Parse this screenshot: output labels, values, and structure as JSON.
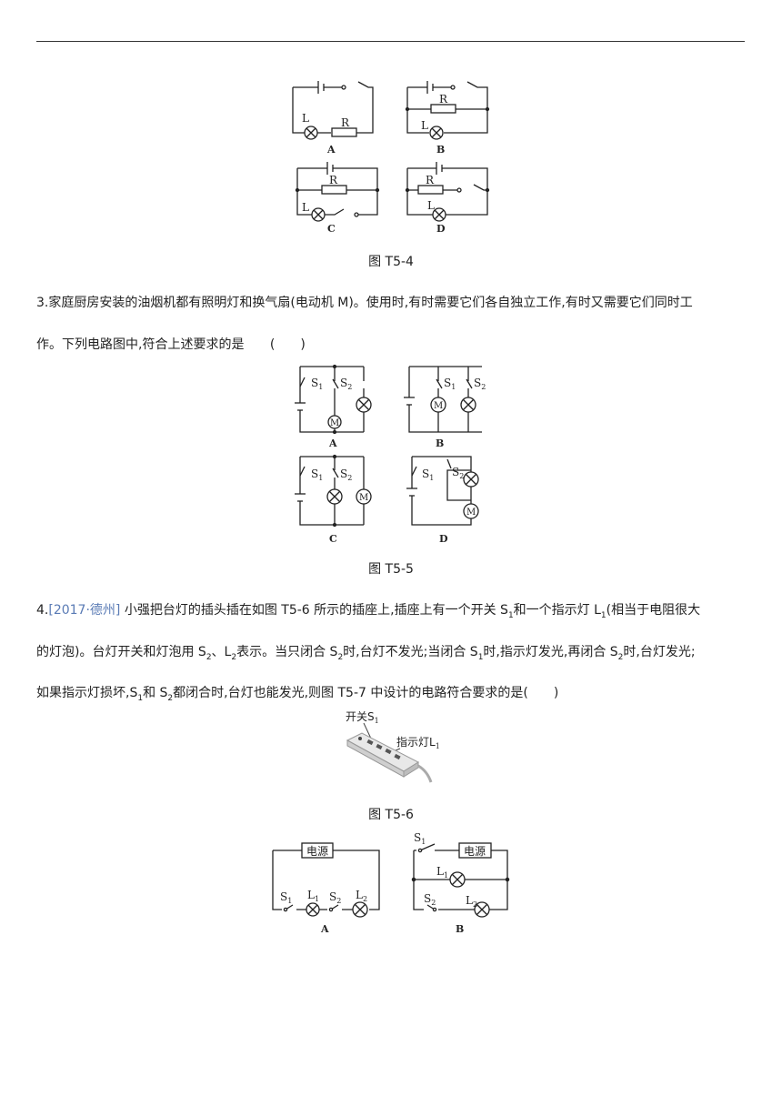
{
  "figure_t5_4": {
    "caption": "图 T5-4",
    "option_labels": [
      "A",
      "B",
      "C",
      "D"
    ],
    "resistor_label": "R",
    "lamp_label": "L"
  },
  "question3": {
    "text_line1": "3.家庭厨房安装的油烟机都有照明灯和换气扇(电动机 M)。使用时,有时需要它们各自独立工作,有时又需要它们同时工",
    "text_line2": "作。下列电路图中,符合上述要求的是",
    "answer_blank": "(　　)"
  },
  "figure_t5_5": {
    "caption": "图 T5-5",
    "option_labels": [
      "A",
      "B",
      "C",
      "D"
    ],
    "motor_label": "M",
    "switch_labels": [
      "S",
      "S"
    ],
    "switch_subscripts": [
      "1",
      "2"
    ]
  },
  "question4": {
    "number": "4.",
    "source": "[2017·德州]",
    "line1_a": "小强把台灯的插头插在如图 T5-6 所示的插座上,插座上有一个开关 S",
    "line1_b": "和一个指示灯 L",
    "line1_c": "(相当于电阻很大",
    "line2_a": "的灯泡)。台灯开关和灯泡用 S",
    "line2_b": "、L",
    "line2_c": "表示。当只闭合 S",
    "line2_d": "时,台灯不发光;当闭合 S",
    "line2_e": "时,指示灯发光,再闭合 S",
    "line2_f": "时,台灯发光;",
    "line3_a": "如果指示灯损坏,S",
    "line3_b": "和 S",
    "line3_c": "都闭合时,台灯也能发光,则图 T5-7 中设计的电路符合要求的是(　　)",
    "sub1": "1",
    "sub2": "2"
  },
  "figure_t5_6": {
    "caption": "图 T5-6",
    "switch_label": "开关S",
    "indicator_label": "指示灯L",
    "sub": "1"
  },
  "figure_t5_7": {
    "power_label": "电源",
    "option_labels": [
      "A",
      "B"
    ],
    "s1": "S",
    "l1": "L",
    "s2": "S",
    "l2": "L",
    "sub1": "1",
    "sub2": "2"
  }
}
